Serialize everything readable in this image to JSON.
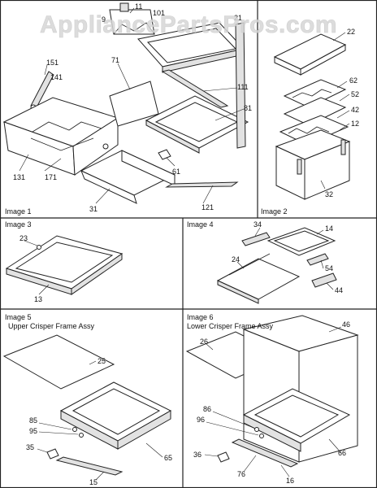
{
  "watermark": "AppliancePartsPros.com",
  "panels": {
    "image1": {
      "caption": "Image 1"
    },
    "image2": {
      "caption": "Image 2"
    },
    "image3": {
      "caption": "Image 3"
    },
    "image4": {
      "caption": "Image 4"
    },
    "image5": {
      "caption": "Image 5",
      "subtitle": "Upper Crisper Frame Assy"
    },
    "image6": {
      "caption": "Image 6",
      "subtitle": "Lower Crisper Frame Assy"
    }
  },
  "callouts": {
    "image1": [
      "11",
      "101",
      "21",
      "151",
      "141",
      "71",
      "111",
      "81",
      "131",
      "171",
      "61",
      "31",
      "121",
      "9"
    ],
    "image2": [
      "22",
      "62",
      "52",
      "42",
      "12",
      "32"
    ],
    "image3": [
      "23",
      "13"
    ],
    "image4": [
      "34",
      "14",
      "24",
      "54",
      "44"
    ],
    "image5": [
      "25",
      "85",
      "95",
      "35",
      "65",
      "15"
    ],
    "image6": [
      "26",
      "46",
      "86",
      "96",
      "36",
      "76",
      "16",
      "66"
    ]
  }
}
